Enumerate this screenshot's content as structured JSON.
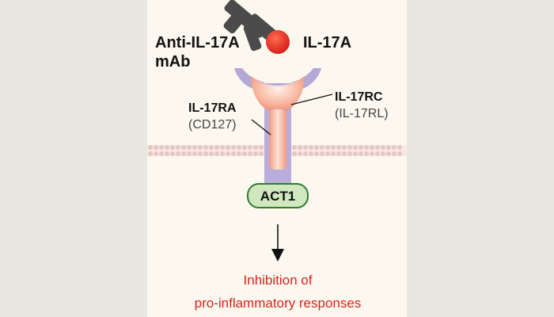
{
  "labels": {
    "mab_line1": "Anti-IL-17A",
    "mab_line2": "mAb",
    "il17a": "IL-17A",
    "il17ra_name": "IL-17RA",
    "il17ra_alias": "(CD127)",
    "il17rc_name": "IL-17RC",
    "il17rc_alias": "(IL-17RL)",
    "act1": "ACT1",
    "outcome_line1": "Inhibition of",
    "outcome_line2": "pro-inflammatory responses"
  },
  "colors": {
    "page_background": "#e9e7e2",
    "panel_background": "#fcf8ef",
    "antibody": "#4b4b4b",
    "il17a_ligand": "#e32a1c",
    "il17ra_receptor": "#b3a8d6",
    "il17rc_receptor": "#f3a089",
    "membrane": "#e8c6c2",
    "act1_fill": "#cfe8c0",
    "act1_border": "#2f7d32",
    "outcome_text": "#d8241f"
  },
  "icons": {
    "antibody": "antibody-icon",
    "ligand": "ligand-sphere-icon",
    "arrow": "arrow-down-icon"
  }
}
